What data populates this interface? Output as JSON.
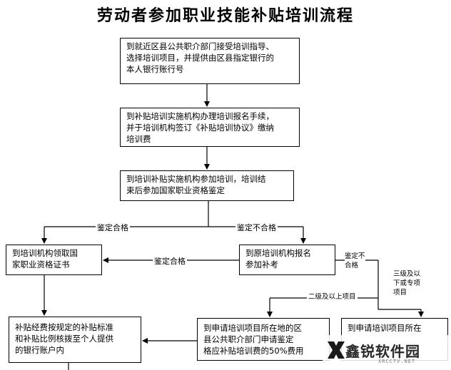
{
  "title": "劳动者参加职业技能补贴培训流程",
  "steps": {
    "step1": [
      "到就近区县公共职介部门接受培训指导、",
      "选择培训项目，并提供由区县指定银行的",
      "本人银行账行号"
    ],
    "step2": [
      "到补贴培训实施机构办理培训报名手续，",
      "并于培训机构签订《补贴培训协议》缴纳",
      "培训费"
    ],
    "step3": [
      "到培训补贴实施机构参加培训，培训结",
      "束后参加国家职业资格鉴定"
    ],
    "certificate": [
      "到培训机构领取国",
      "家职业资格证书"
    ],
    "re_register": [
      "到原培训机构报名",
      "参加补考"
    ],
    "subsidy": [
      "补贴经费按规定的补贴标准",
      "和补贴比例核拨至个人提供",
      "的银行账户内"
    ],
    "apply_district": [
      "到申请培训项目所在地的区",
      "县公共职介部门申请鉴定",
      "格应补贴培训费的50%费用"
    ],
    "apply_project": [
      "到申请培训项目所在"
    ]
  },
  "labels": {
    "pass_left": "鉴定合格",
    "fail": "鉴定不合格",
    "pass_mid": "鉴定合格",
    "retest_fail": [
      "鉴定不",
      "合格"
    ],
    "level_two_up": "二级及以上项目",
    "level_three_down": [
      "三级及以",
      "下或专项",
      "项目"
    ]
  },
  "watermark": {
    "text": "鑫锐软件园",
    "sub": "XRCCTV.NET"
  }
}
